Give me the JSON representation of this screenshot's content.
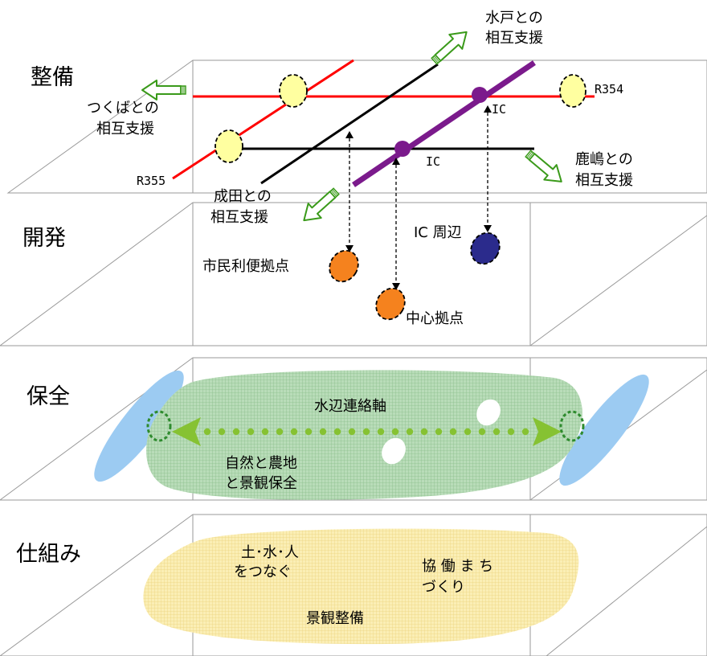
{
  "layers": {
    "seibi": "整備",
    "kaihatsu": "開発",
    "hozen": "保全",
    "shikumi": "仕組み"
  },
  "seibi": {
    "mito": [
      "水戸との",
      "相互支援"
    ],
    "tsukuba": [
      "つくばとの",
      "相互支援"
    ],
    "narita": [
      "成田との",
      "相互支援"
    ],
    "kashima": [
      "鹿嶋との",
      "相互支援"
    ],
    "r354": "R354",
    "r355": "R355",
    "ic_upper": "IC",
    "ic_lower": "IC"
  },
  "kaihatsu": {
    "ic_area": "IC 周辺",
    "civic_hub": "市民利便拠点",
    "central_hub": "中心拠点"
  },
  "hozen": {
    "waterfront_axis": "水辺連絡軸",
    "nature": [
      "自然と農地",
      "と景観保全"
    ]
  },
  "shikumi": {
    "connect": [
      "土･水･人",
      "をつなぐ"
    ],
    "collab": [
      "協 働 ま ち",
      "づくり"
    ],
    "landscape": "景観整備"
  },
  "colors": {
    "road_red": "#ff0000",
    "expressway_purple": "#7b1a8c",
    "rail_black": "#000000",
    "junction_yellow": "#ffffa0",
    "hub_orange": "#f5821e",
    "ic_navy": "#2b2b8c",
    "water_blue": "#9ccbf2",
    "green_zone": "#9ccf9c",
    "axis_green": "#86c232",
    "yellow_zone": "#f3e39c",
    "arrow_green": "#3a9a1a"
  }
}
